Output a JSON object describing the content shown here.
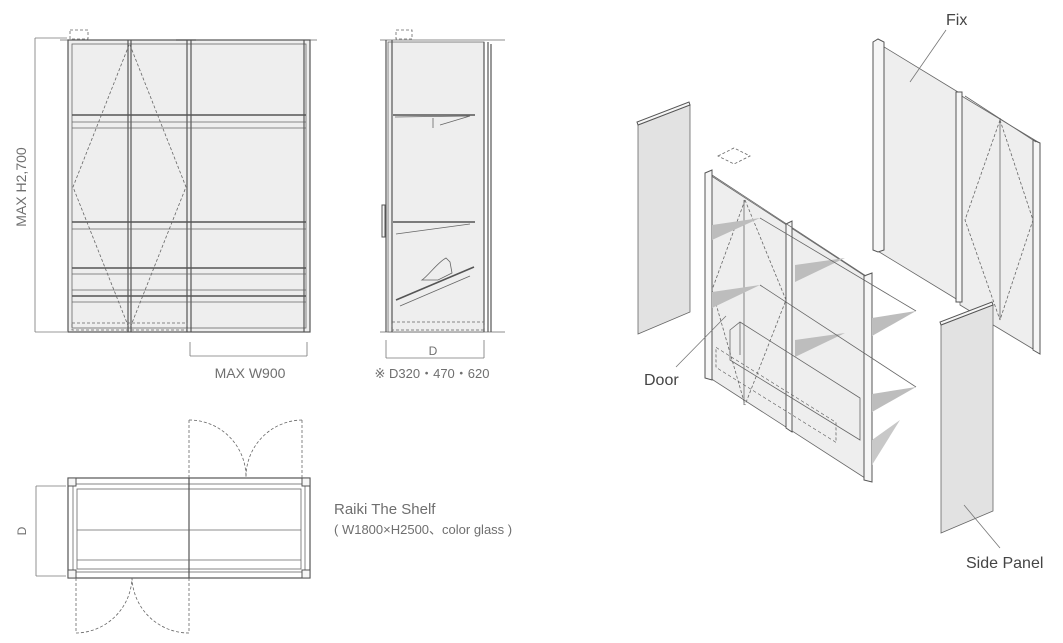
{
  "front_view": {
    "height_dim": "MAX H2,700",
    "width_dim": "MAX W900"
  },
  "side_view": {
    "depth_dim": "D",
    "depth_note": "※ D320・470・620"
  },
  "plan_view": {
    "depth_dim": "D"
  },
  "product": {
    "name": "Raiki The Shelf",
    "spec": "( W1800×H2500、color glass )"
  },
  "exploded": {
    "fix_label": "Fix",
    "door_label": "Door",
    "side_panel_label": "Side Panel"
  }
}
